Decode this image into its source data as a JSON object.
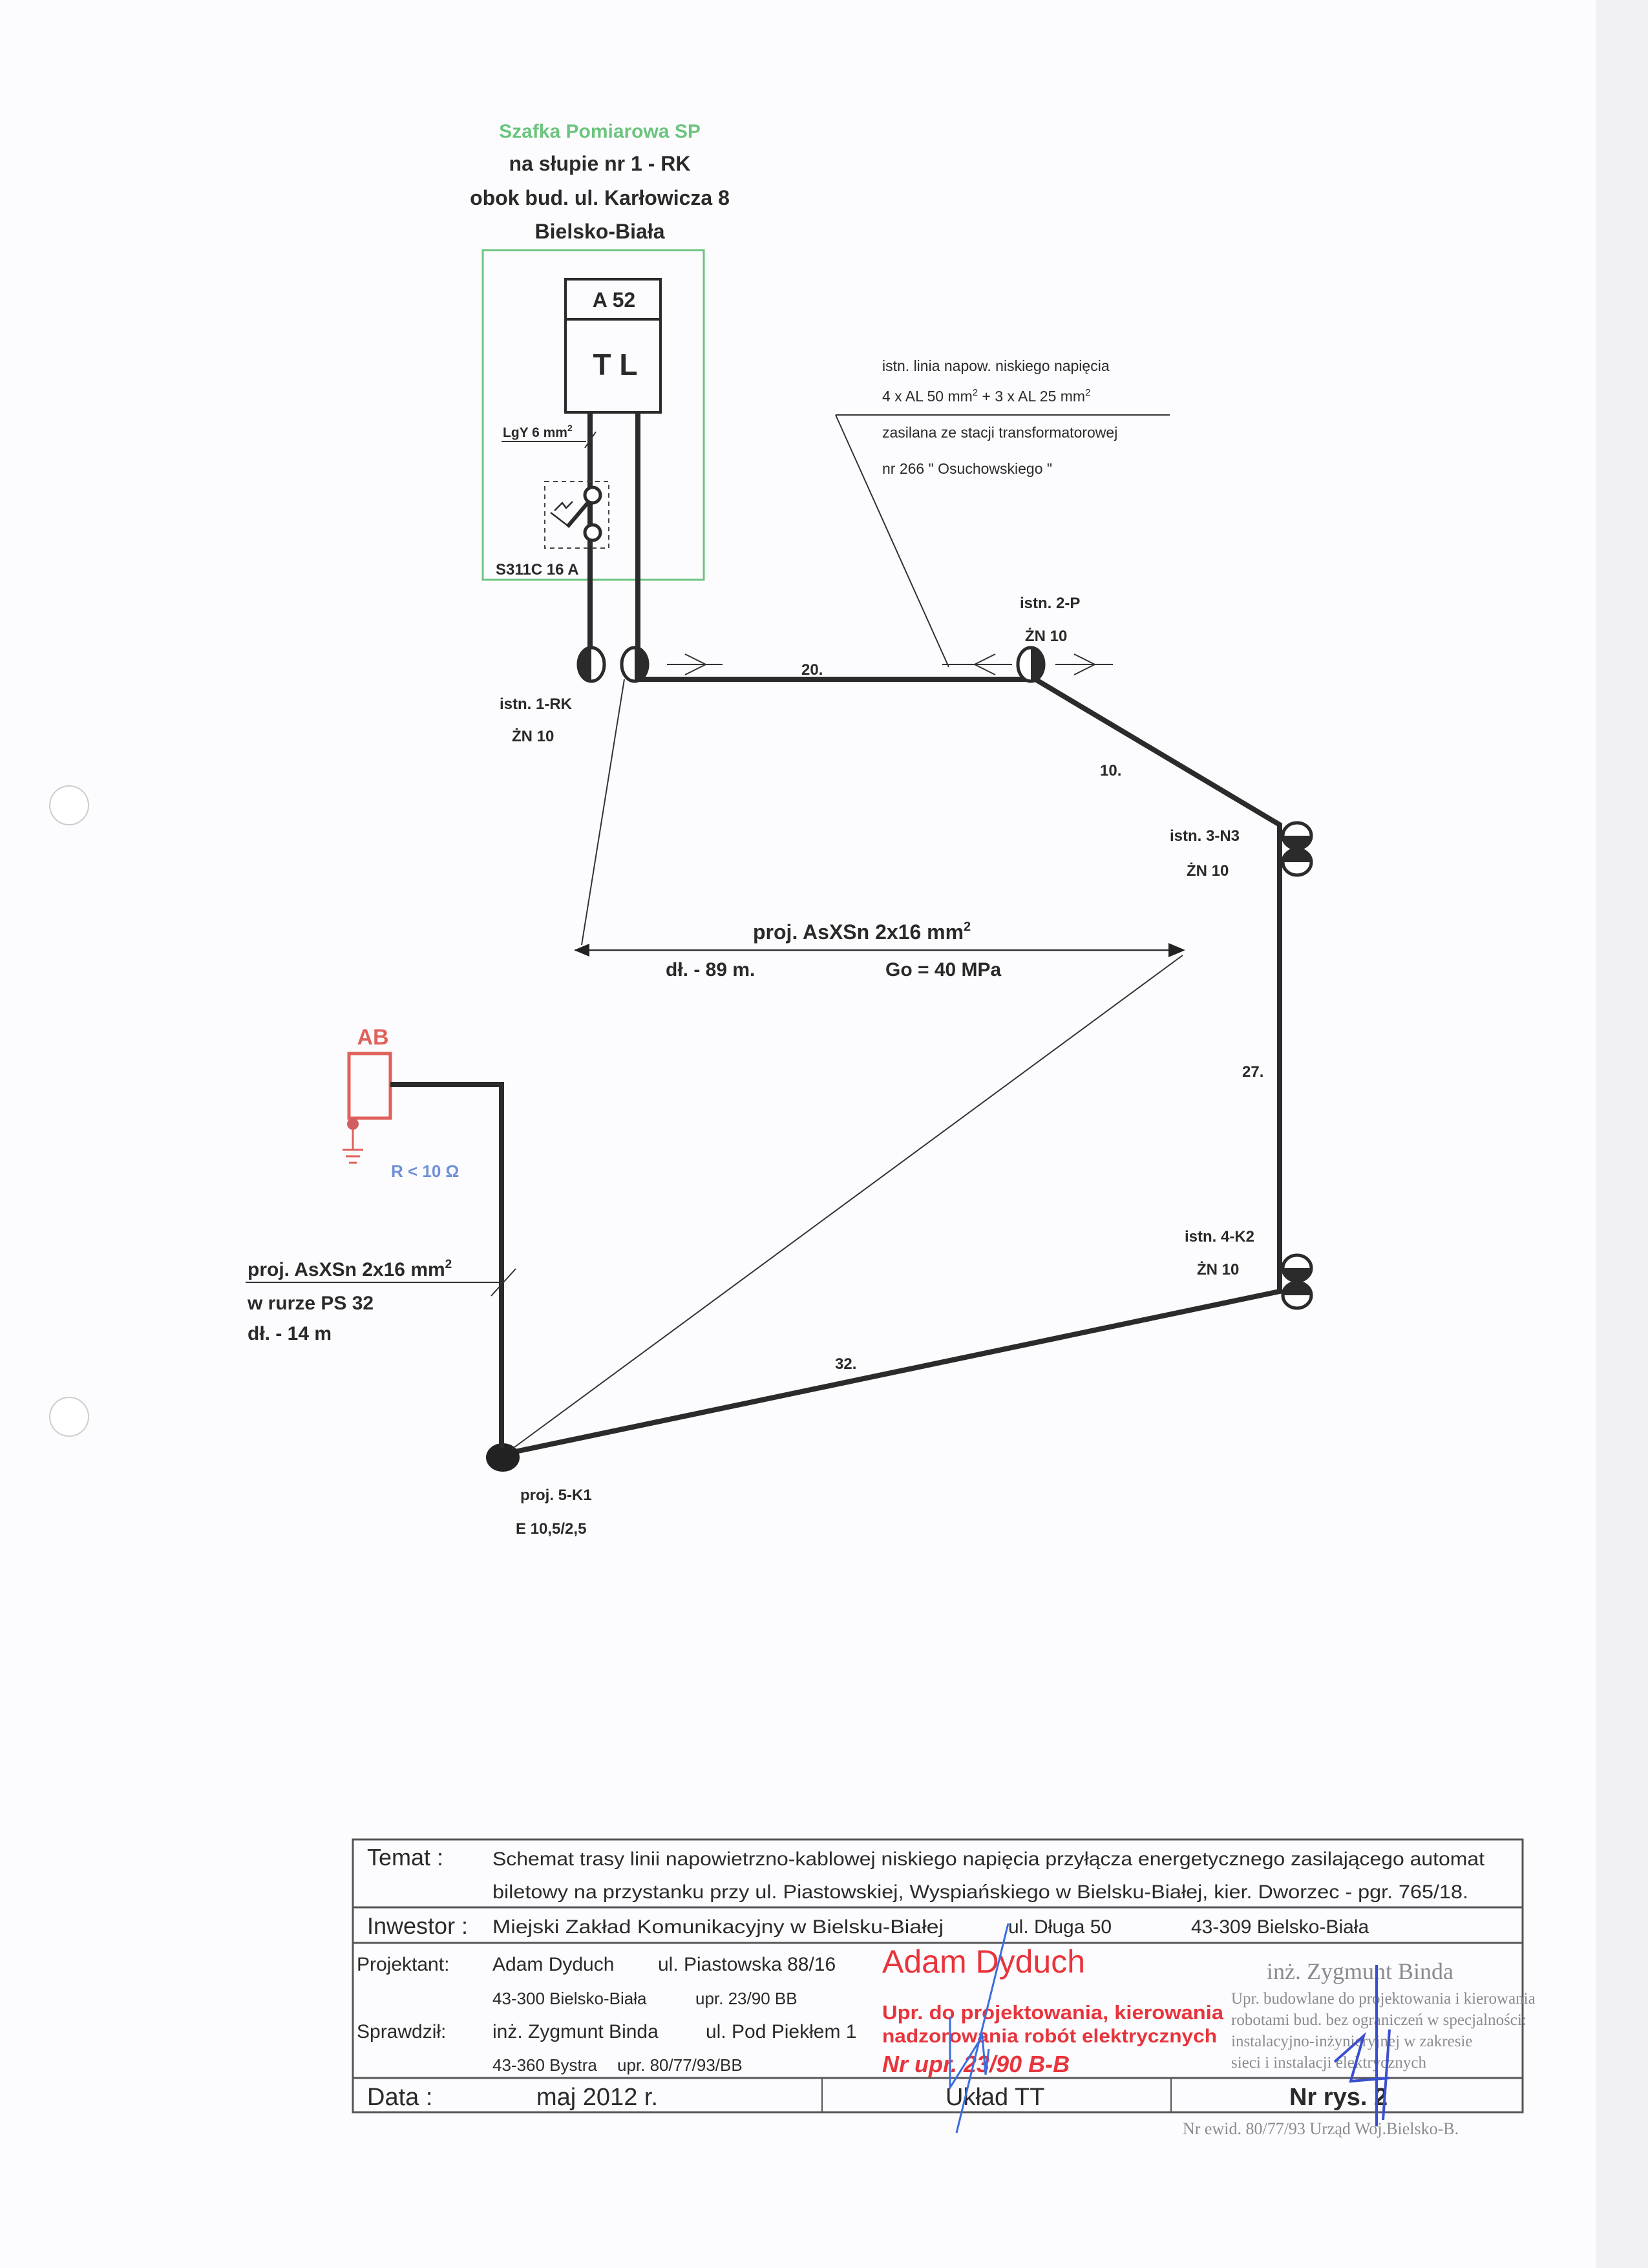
{
  "cabinet": {
    "title": "Szafka Pomiarowa SP",
    "line2": "na słupie nr 1 - RK",
    "line3": "obok bud. ul. Karłowicza 8",
    "line4": "Bielsko-Biała",
    "meter_top": "A 52",
    "meter_main": "T L",
    "cable_label": "LgY 6 mm",
    "cable_sup": "2",
    "breaker_label": "S311C 16 A"
  },
  "existing_line": {
    "line1": "istn. linia napow. niskiego napięcia",
    "line2_a": "4 x AL 50 mm",
    "line2_sup1": "2",
    "line2_b": " + 3 x AL 25 mm",
    "line2_sup2": "2",
    "line3": "zasilana ze stacji transformatorowej",
    "line4": "nr 266 \" Osuchowskiego \""
  },
  "poles": [
    {
      "name": "istn. 1-RK",
      "type": "ŻN 10"
    },
    {
      "name": "istn. 2-P",
      "type": "ŻN 10"
    },
    {
      "name": "istn. 3-N3",
      "type": "ŻN 10"
    },
    {
      "name": "istn. 4-K2",
      "type": "ŻN 10"
    },
    {
      "name": "proj. 5-K1",
      "type": "E 10,5/2,5"
    }
  ],
  "spans": [
    "20.",
    "10.",
    "27.",
    "32."
  ],
  "projected_line": {
    "label": "proj. AsXSn 2x16 mm",
    "sup": "2",
    "length": "dł. - 89 m.",
    "tension": "Go = 40 MPa"
  },
  "ab": {
    "label": "AB",
    "resistance": "R < 10 Ω",
    "colors": {
      "ab": "#e0605a",
      "resistance": "#6f8fd8",
      "cabinet": "#6cc47e"
    }
  },
  "cable_in_pipe": {
    "line1": "proj. AsXSn 2x16 mm",
    "sup": "2",
    "line2": "w rurze PS 32",
    "line3": "dł. - 14 m"
  },
  "title_block": {
    "temat_label": "Temat :",
    "temat_line1": "Schemat trasy linii napowietrzno-kablowej niskiego napięcia przyłącza energetycznego zasilającego automat",
    "temat_line2": "biletowy na przystanku przy ul. Piastowskiej, Wyspiańskiego w Bielsku-Białej, kier. Dworzec - pgr. 765/18.",
    "inwestor_label": "Inwestor :",
    "inwestor_name": "Miejski Zakład Komunikacyjny w Bielsku-Białej",
    "inwestor_street": "ul. Długa 50",
    "inwestor_city": "43-309 Bielsko-Biała",
    "projektant_label": "Projektant:",
    "projektant_name": "Adam Dyduch",
    "projektant_street": "ul. Piastowska 88/16",
    "projektant_city": "43-300 Bielsko-Biała",
    "projektant_upr": "upr. 23/90 BB",
    "sprawdzil_label": "Sprawdził:",
    "sprawdzil_name": "inż. Zygmunt Binda",
    "sprawdzil_street": "ul. Pod Piekłem 1",
    "sprawdzil_city": "43-360 Bystra",
    "sprawdzil_upr": "upr. 80/77/93/BB",
    "data_label": "Data :",
    "data_value": "maj 2012 r.",
    "uklad": "Układ TT",
    "nr_rys": "Nr rys. 2"
  },
  "stamps": {
    "red_name": "Adam Dyduch",
    "red_line1": "Upr. do projektowania, kierowania",
    "red_line2": "nadzorowania robót elektrycznych",
    "red_line3": "Nr upr. 23/90 B-B",
    "gray_name": "inż. Zygmunt Binda",
    "gray_line1": "Upr. budowlane do projektowania i kierowania",
    "gray_line2": "robotami bud. bez ograniczeń w specjalności:",
    "gray_line3": "instalacyjno-inżynieryjnej w zakresie",
    "gray_line4": "sieci i instalacji elektrycznych",
    "gray_line5": "Nr ewid. 80/77/93 Urząd Woj.Bielsko-B."
  }
}
